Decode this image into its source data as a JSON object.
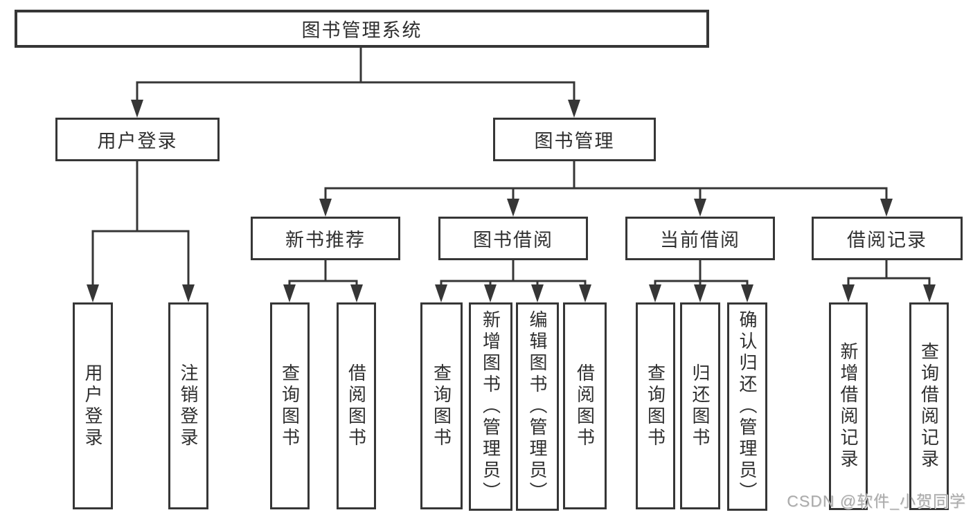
{
  "diagram": {
    "root": {
      "label": "图书管理系统"
    },
    "level2": {
      "user_login": {
        "label": "用户登录"
      },
      "book_management": {
        "label": "图书管理"
      }
    },
    "level3": {
      "new_book_recommend": {
        "label": "新书推荐"
      },
      "book_borrowing": {
        "label": "图书借阅"
      },
      "current_borrowing": {
        "label": "当前借阅"
      },
      "borrowing_records": {
        "label": "借阅记录"
      }
    },
    "leaves": [
      "用户登录",
      "注销登录",
      "查询图书",
      "借阅图书",
      "查询图书",
      "新增图书（管理员）",
      "编辑图书（管理员）",
      "借阅图书",
      "查询图书",
      "归还图书",
      "确认归还（管理员）",
      "新增借阅记录",
      "查询借阅记录"
    ]
  },
  "watermark": "CSDN @软件_小贺同学",
  "colors": {
    "line": "#363636",
    "text": "#2f2f2f",
    "watermark": "#aaaaaa",
    "background": "#ffffff"
  }
}
